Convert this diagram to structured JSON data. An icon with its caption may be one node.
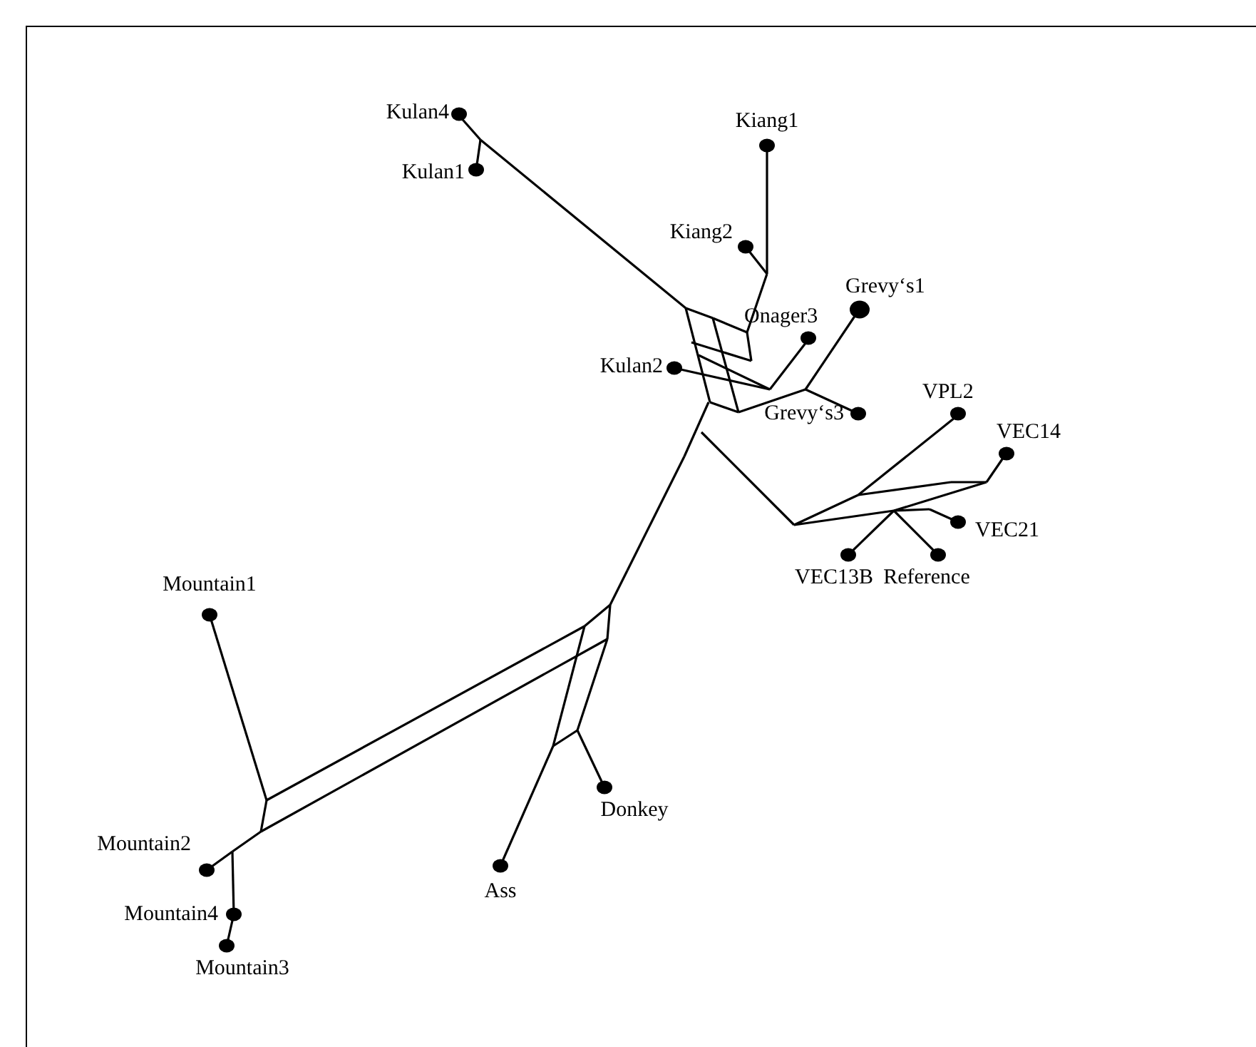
{
  "diagram": {
    "labels": [
      "Kulan4",
      "Kulan1",
      "Kiang1",
      "Kiang2",
      "Grevy‘s1",
      "Onager3",
      "Kulan2",
      "Grevy‘s3",
      "VPL2",
      "VEC14",
      "VEC21",
      "VEC13B",
      "Reference",
      "Mountain1",
      "Donkey",
      "Mountain2",
      "Ass",
      "Mountain4",
      "Mountain3"
    ]
  }
}
